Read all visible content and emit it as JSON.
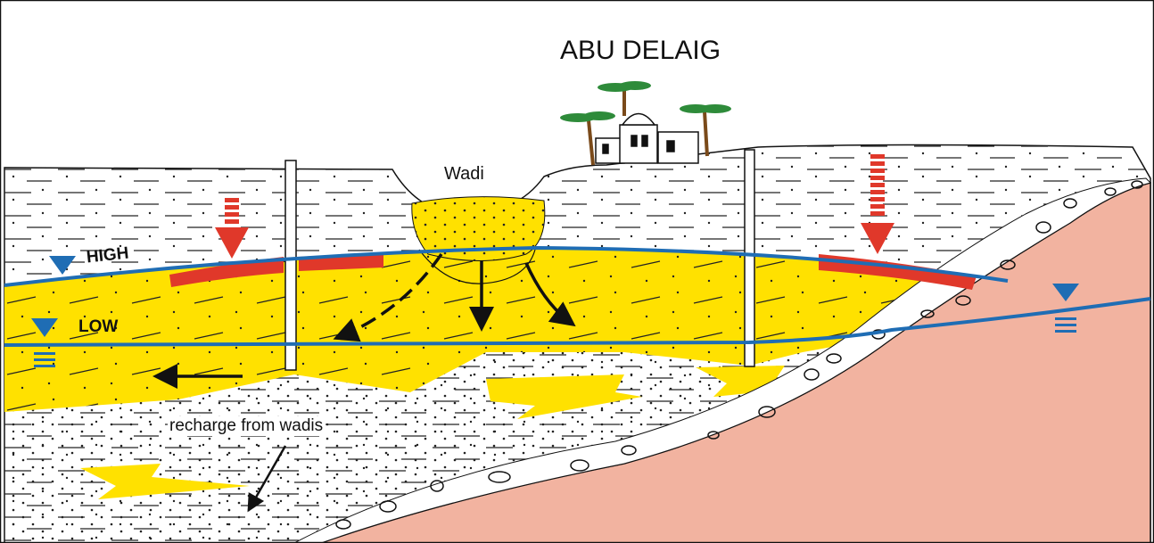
{
  "title": "ABU DELAIG",
  "labels": {
    "wadi": "Wadi",
    "high": "HIGH",
    "low": "LOW",
    "recharge": "recharge from wadis"
  },
  "colors": {
    "aquifer": "#FFE100",
    "basement": "#F2B3A0",
    "water_table": "#1F6DB4",
    "drawdown": "#E0382A"
  }
}
